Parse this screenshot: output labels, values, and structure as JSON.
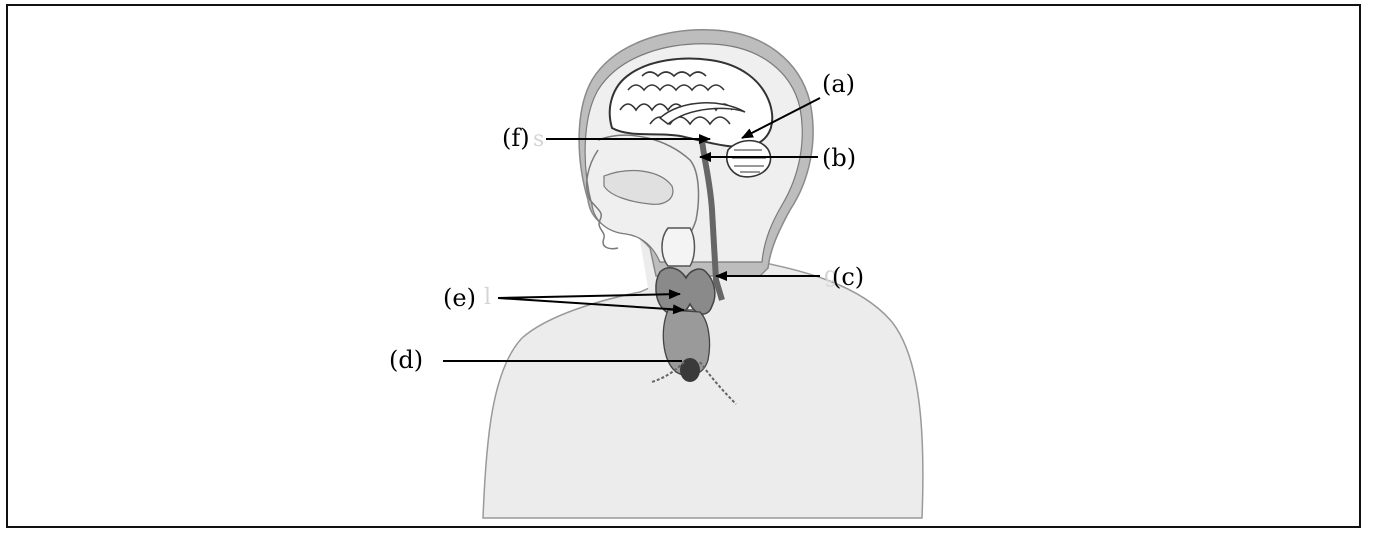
{
  "diagram": {
    "labels": {
      "a": "(a)",
      "b": "(b)",
      "c": "(c)",
      "d": "(d)",
      "e": "(e)",
      "f": "(f)"
    },
    "colors": {
      "border": "#111111",
      "body_fill": "#ececec",
      "scalp_fill": "#bdbdbd",
      "gland_fill": "#8a8a8a",
      "line": "#000000"
    }
  }
}
